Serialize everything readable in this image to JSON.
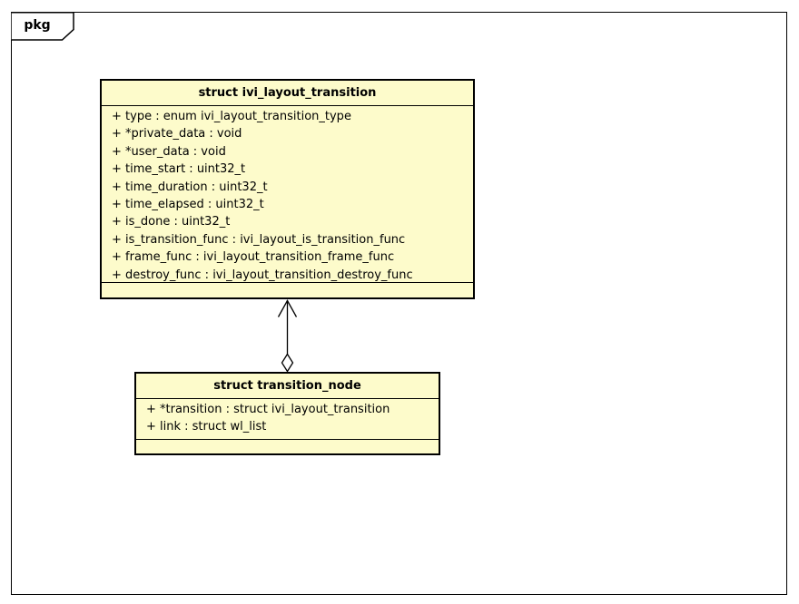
{
  "diagram": {
    "frame_label": "pkg",
    "colors": {
      "node_fill": "#FDFBCB",
      "node_border": "#000000",
      "frame_border": "#000000",
      "background": "#FFFFFF"
    },
    "nodes": [
      {
        "title": "struct ivi_layout_transition",
        "attributes": [
          "+ type : enum ivi_layout_transition_type",
          "+ *private_data : void",
          "+ *user_data : void",
          "+ time_start : uint32_t",
          "+ time_duration : uint32_t",
          "+ time_elapsed : uint32_t",
          "+ is_done : uint32_t",
          "+ is_transition_func : ivi_layout_is_transition_func",
          "+ frame_func : ivi_layout_transition_frame_func",
          "+ destroy_func : ivi_layout_transition_destroy_func"
        ],
        "methods": []
      },
      {
        "title": "struct transition_node",
        "attributes": [
          "+ *transition : struct ivi_layout_transition",
          "+ link : struct wl_list"
        ],
        "methods": []
      }
    ],
    "edges": [
      {
        "type": "aggregation",
        "from": "struct transition_node",
        "to": "struct ivi_layout_transition",
        "source_decoration": "open-diamond",
        "target_decoration": "open-arrow"
      }
    ]
  }
}
